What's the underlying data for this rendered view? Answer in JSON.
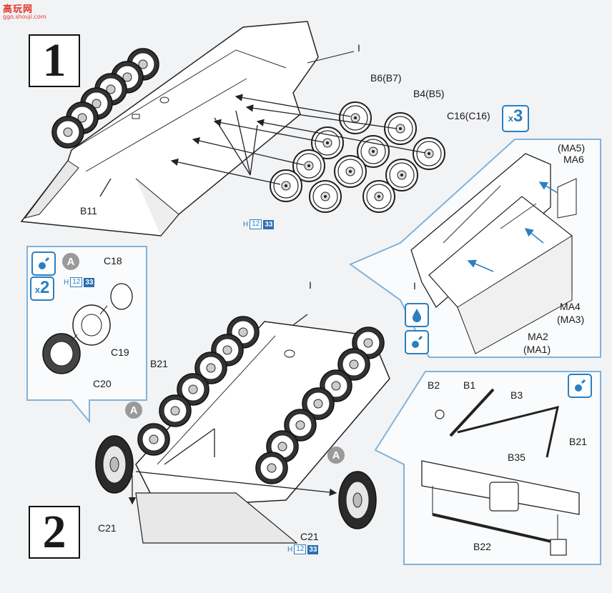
{
  "watermark": {
    "main": "高玩网",
    "sub": "ggo.shouji.com"
  },
  "steps": [
    "1",
    "2"
  ],
  "step1": {
    "labels": {
      "I": "I",
      "B6": "B6(B7)",
      "B4": "B4(B5)",
      "C16": "C16(C16)",
      "B11": "B11",
      "MA5": "(MA5)",
      "MA6": "MA6",
      "MA4": "MA4",
      "MA3": "(MA3)",
      "MA2": "MA2",
      "MA1": "(MA1)",
      "I2": "I"
    },
    "multiplier": {
      "x": "x",
      "n": "3"
    },
    "color_ref": {
      "h": "H",
      "a": "12",
      "b": "33"
    }
  },
  "step2": {
    "labels": {
      "I": "I",
      "C18": "C18",
      "C19": "C19",
      "C20": "C20",
      "B21": "B21",
      "C21_left": "C21",
      "C21_right": "C21",
      "A": "A",
      "B2": "B2",
      "B1": "B1",
      "B3": "B3",
      "B21_right": "B21",
      "B35": "B35",
      "B22": "B22"
    },
    "multiplier": {
      "x": "x",
      "n": "2"
    },
    "color_ref_inset": {
      "h": "H",
      "a": "12",
      "b": "33"
    },
    "color_ref_wheel": {
      "h": "H",
      "a": "12",
      "b": "33"
    }
  },
  "colors": {
    "accent_blue": "#2a7fc1",
    "callout_border": "#7fb3dc",
    "watermark_red": "#e0332b"
  },
  "icons": [
    "glue-drop-icon",
    "cement-drop-icon"
  ]
}
